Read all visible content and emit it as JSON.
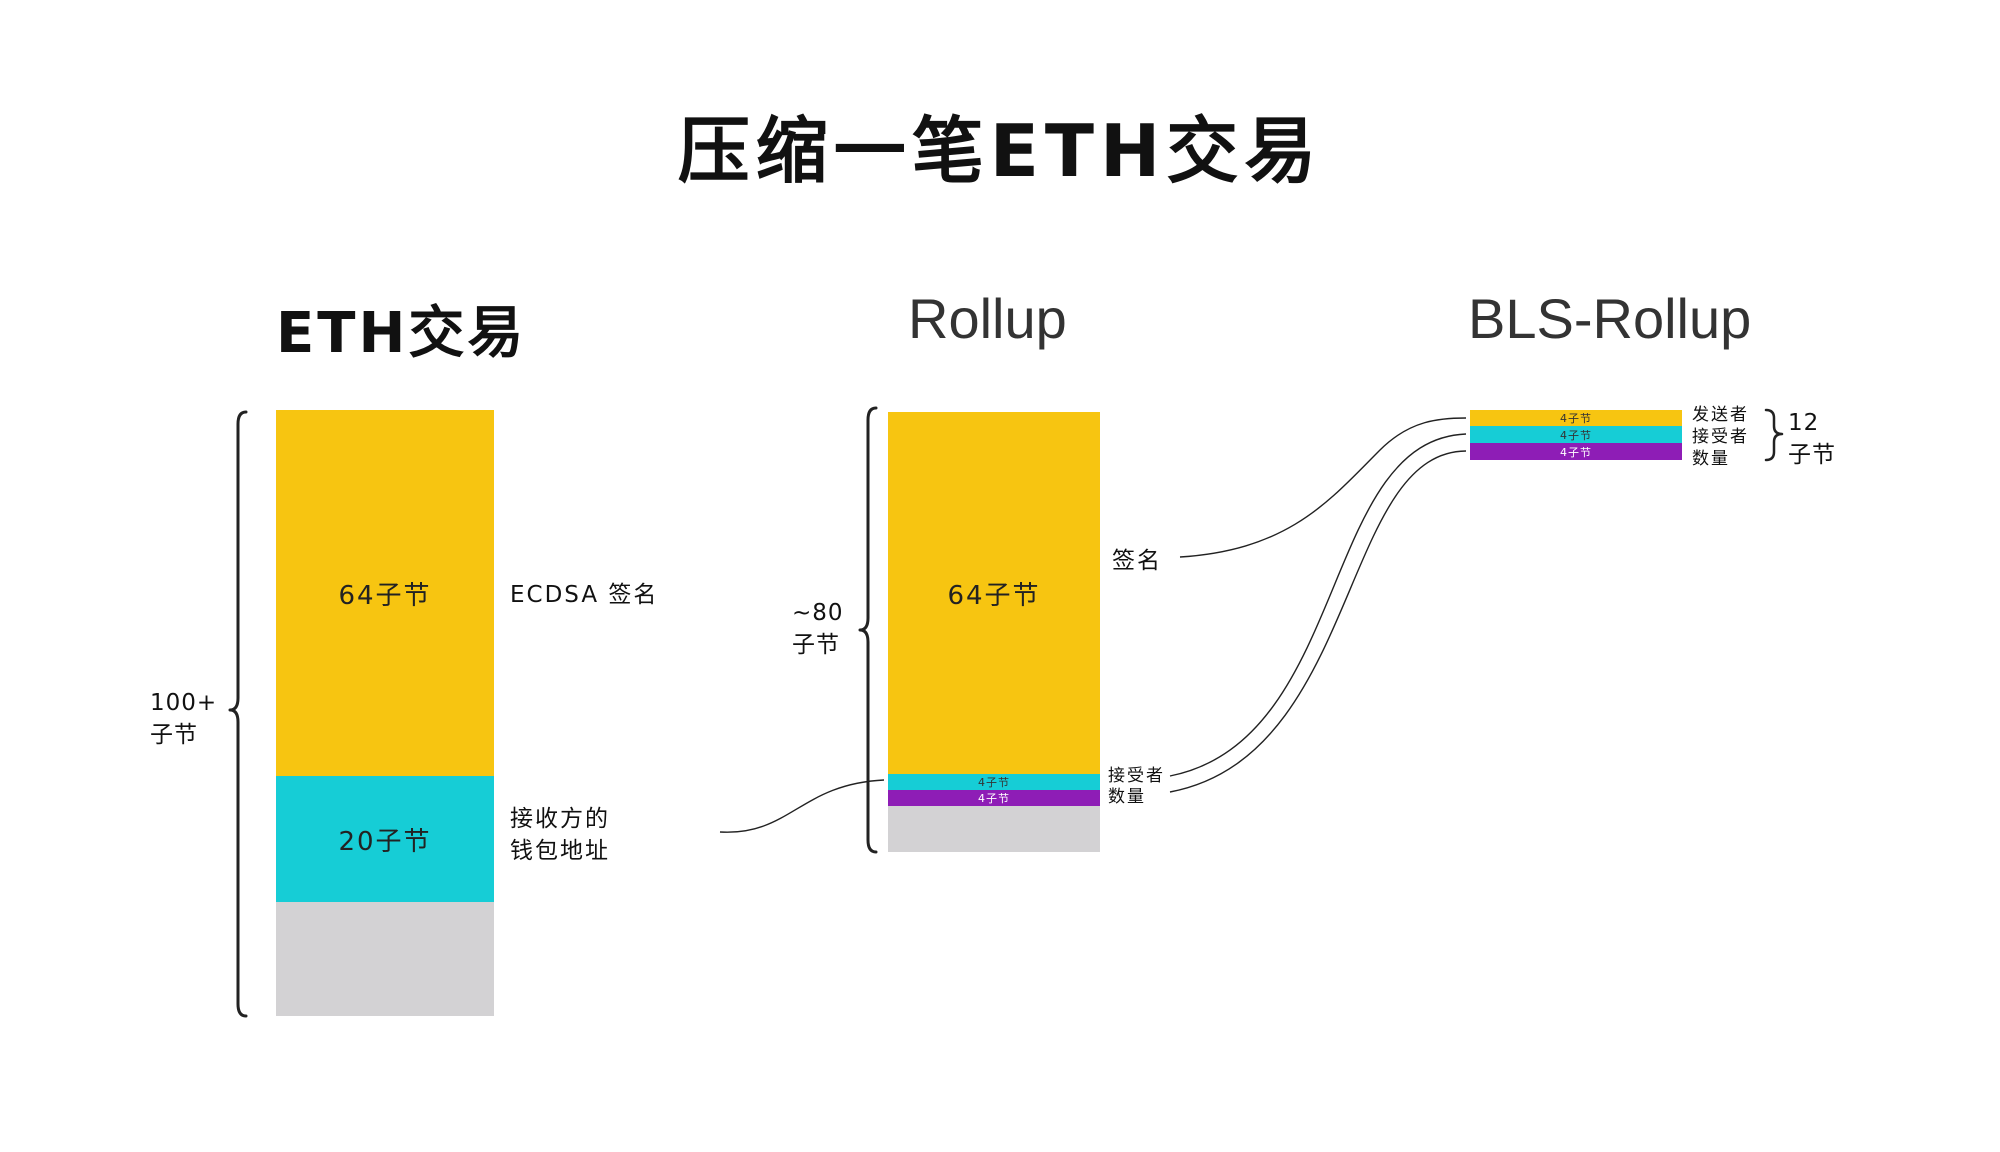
{
  "title": "压缩一笔ETH交易",
  "colors": {
    "signature": "#F7C511",
    "address": "#16CDD6",
    "amount": "#8E1DB6",
    "padding": "#D3D2D4",
    "line": "#222222"
  },
  "columns": {
    "eth": {
      "title": "ETH交易",
      "total": [
        "100+",
        "子节"
      ],
      "segments": {
        "signature": "64子节",
        "address": "20子节"
      },
      "notes": {
        "signature": "ECDSA 签名",
        "address": [
          "接收方的",
          "钱包地址"
        ]
      }
    },
    "rollup": {
      "title": "Rollup",
      "total": [
        "~80",
        "子节"
      ],
      "segments": {
        "signature": "64子节",
        "receiver": "4子节",
        "amount": "4子节"
      },
      "notes": {
        "signature": "签名",
        "receiver": "接受者",
        "amount": "数量"
      }
    },
    "bls": {
      "title": "BLS-Rollup",
      "total": [
        "12",
        "子节"
      ],
      "segments": {
        "sender": "4子节",
        "receiver": "4子节",
        "amount": "4子节"
      },
      "notes": {
        "sender": "发送者",
        "receiver": "接受者",
        "amount": "数量"
      }
    }
  }
}
